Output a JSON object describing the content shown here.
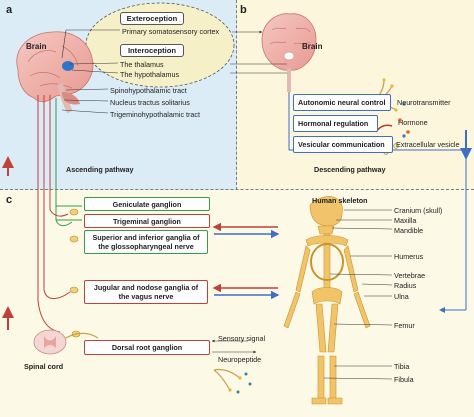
{
  "panels": {
    "a": {
      "label": "a",
      "brain_label": "Brain",
      "exteroception": "Exteroception",
      "primary_cortex": "Primary somatosensory cortex",
      "interoception": "Interoception",
      "thalamus": "The  thalamus",
      "hypothalamus": "The  hypothalamus",
      "tracts": [
        "Spinohypothalamic tract",
        "Nucleus tractus solitarius",
        "Trigeminohypothalamic tract"
      ],
      "pathway": "Ascending pathway"
    },
    "b": {
      "label": "b",
      "brain_label": "Brain",
      "controls": [
        "Autonomic neural control",
        "Hormonal regulation",
        "Vesicular communication"
      ],
      "signals": [
        "Neurotransmitter",
        "Hormone",
        "Extracellular vesicle"
      ],
      "pathway": "Descending pathway"
    },
    "c": {
      "label": "c",
      "skeleton_title": "Human skeleton",
      "bones": [
        "Cranium (skull)",
        "Maxilla",
        "Mandible",
        "Humerus",
        "Vertebrae",
        "Radius",
        "Ulna",
        "Femur",
        "Tibia",
        "Fibula"
      ],
      "ganglia": [
        "Geniculate ganglion",
        "Trigeminal ganglion",
        "Superior and inferior ganglia of the glossopharyngeal nerve",
        "Jugular and nodose ganglia of the vagus nerve",
        "Dorsal root ganglion"
      ],
      "spinal_cord": "Spinal cord",
      "sensory_signal": "Sensory signal",
      "neuropeptide": "Neuropeptide"
    }
  },
  "colors": {
    "ascending": "#c0413a",
    "descending": "#3f6fc4",
    "green": "#3a9a4a",
    "panel_a_bg": "#dcecf7",
    "panel_b_bg": "#fbf6dc",
    "panel_c_bg": "#fcf9e6"
  }
}
